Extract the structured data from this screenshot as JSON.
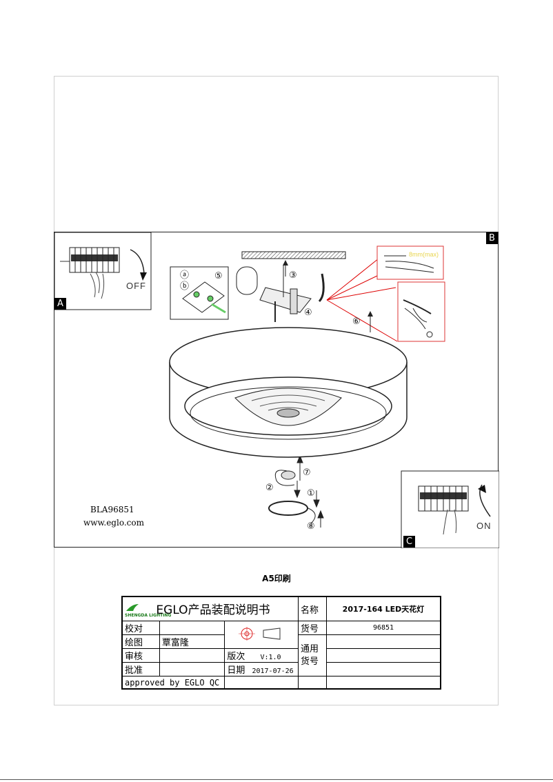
{
  "diagram": {
    "corner_labels": [
      "A",
      "B",
      "C"
    ],
    "model": "BLA96851",
    "website": "www.eglo.com",
    "switch_off": "OFF",
    "switch_on": "ON",
    "wire_label": "8mm(max)",
    "step_markers": [
      "①",
      "②",
      "③",
      "④",
      "⑤",
      "⑥",
      "⑦",
      "⑧",
      "ⓐ",
      "ⓑ"
    ]
  },
  "print_note": "A5印刷",
  "titleblock": {
    "brand": "EGLO产品装配说明书",
    "logo_text": "SHENGDA LIGHTING",
    "name_label": "名称",
    "name_value": "2017-164 LED天花灯",
    "check_label": "校对",
    "item_no_label": "货号",
    "item_no_value": "96851",
    "draw_label": "绘图",
    "draw_value": "覃富隆",
    "common_label": "通用",
    "review_label": "审核",
    "version_label": "版次",
    "version_value": "V:1.0",
    "common_item_label": "货号",
    "approve_label": "批准",
    "date_label": "日期",
    "date_value": "2017-07-26",
    "approved_by": "approved by EGLO QC"
  }
}
